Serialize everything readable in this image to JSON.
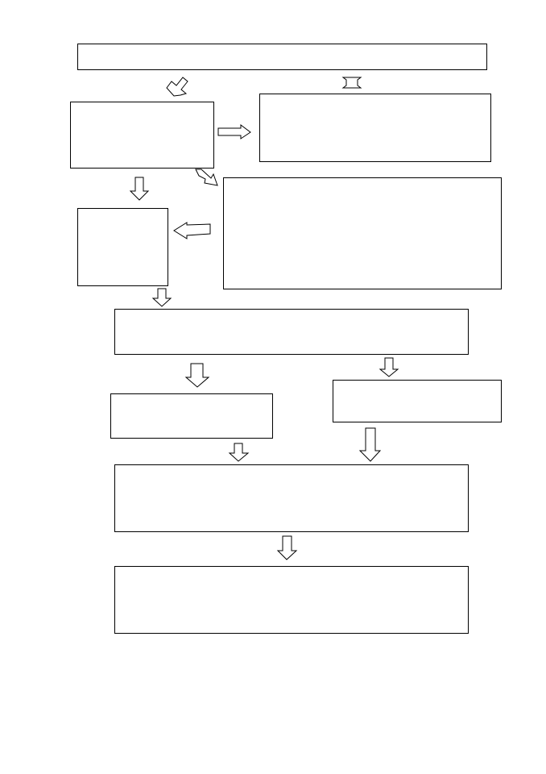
{
  "diagram": {
    "type": "flowchart",
    "line_color": "#000000",
    "fill_color": "#ffffff",
    "background": "#ffffff",
    "boxes": [
      {
        "id": "box-top",
        "text": ""
      },
      {
        "id": "box-left-1",
        "text": ""
      },
      {
        "id": "box-right-1",
        "text": ""
      },
      {
        "id": "box-left-2",
        "text": ""
      },
      {
        "id": "box-right-2",
        "text": ""
      },
      {
        "id": "box-middle",
        "text": ""
      },
      {
        "id": "box-lower-left",
        "text": ""
      },
      {
        "id": "box-lower-right",
        "text": ""
      },
      {
        "id": "box-bottom-1",
        "text": ""
      },
      {
        "id": "box-bottom-2",
        "text": ""
      }
    ],
    "connections": [
      {
        "from": "box-top",
        "to": "box-left-1",
        "arrow": "block-down-right"
      },
      {
        "from": "box-top",
        "to": "box-right-1",
        "arrow": "block-double-vertical"
      },
      {
        "from": "box-left-1",
        "to": "box-right-1",
        "arrow": "block-right"
      },
      {
        "from": "box-left-1",
        "to": "box-right-2",
        "arrow": "block-down-right"
      },
      {
        "from": "box-left-1",
        "to": "box-left-2",
        "arrow": "block-down"
      },
      {
        "from": "box-right-2",
        "to": "box-left-2",
        "arrow": "block-left"
      },
      {
        "from": "box-left-2",
        "to": "box-middle",
        "arrow": "block-down"
      },
      {
        "from": "box-middle",
        "to": "box-lower-left",
        "arrow": "block-down"
      },
      {
        "from": "box-middle",
        "to": "box-lower-right",
        "arrow": "block-down"
      },
      {
        "from": "box-lower-left",
        "to": "box-bottom-1",
        "arrow": "block-down"
      },
      {
        "from": "box-lower-right",
        "to": "box-bottom-1",
        "arrow": "block-down"
      },
      {
        "from": "box-bottom-1",
        "to": "box-bottom-2",
        "arrow": "block-down"
      }
    ]
  }
}
